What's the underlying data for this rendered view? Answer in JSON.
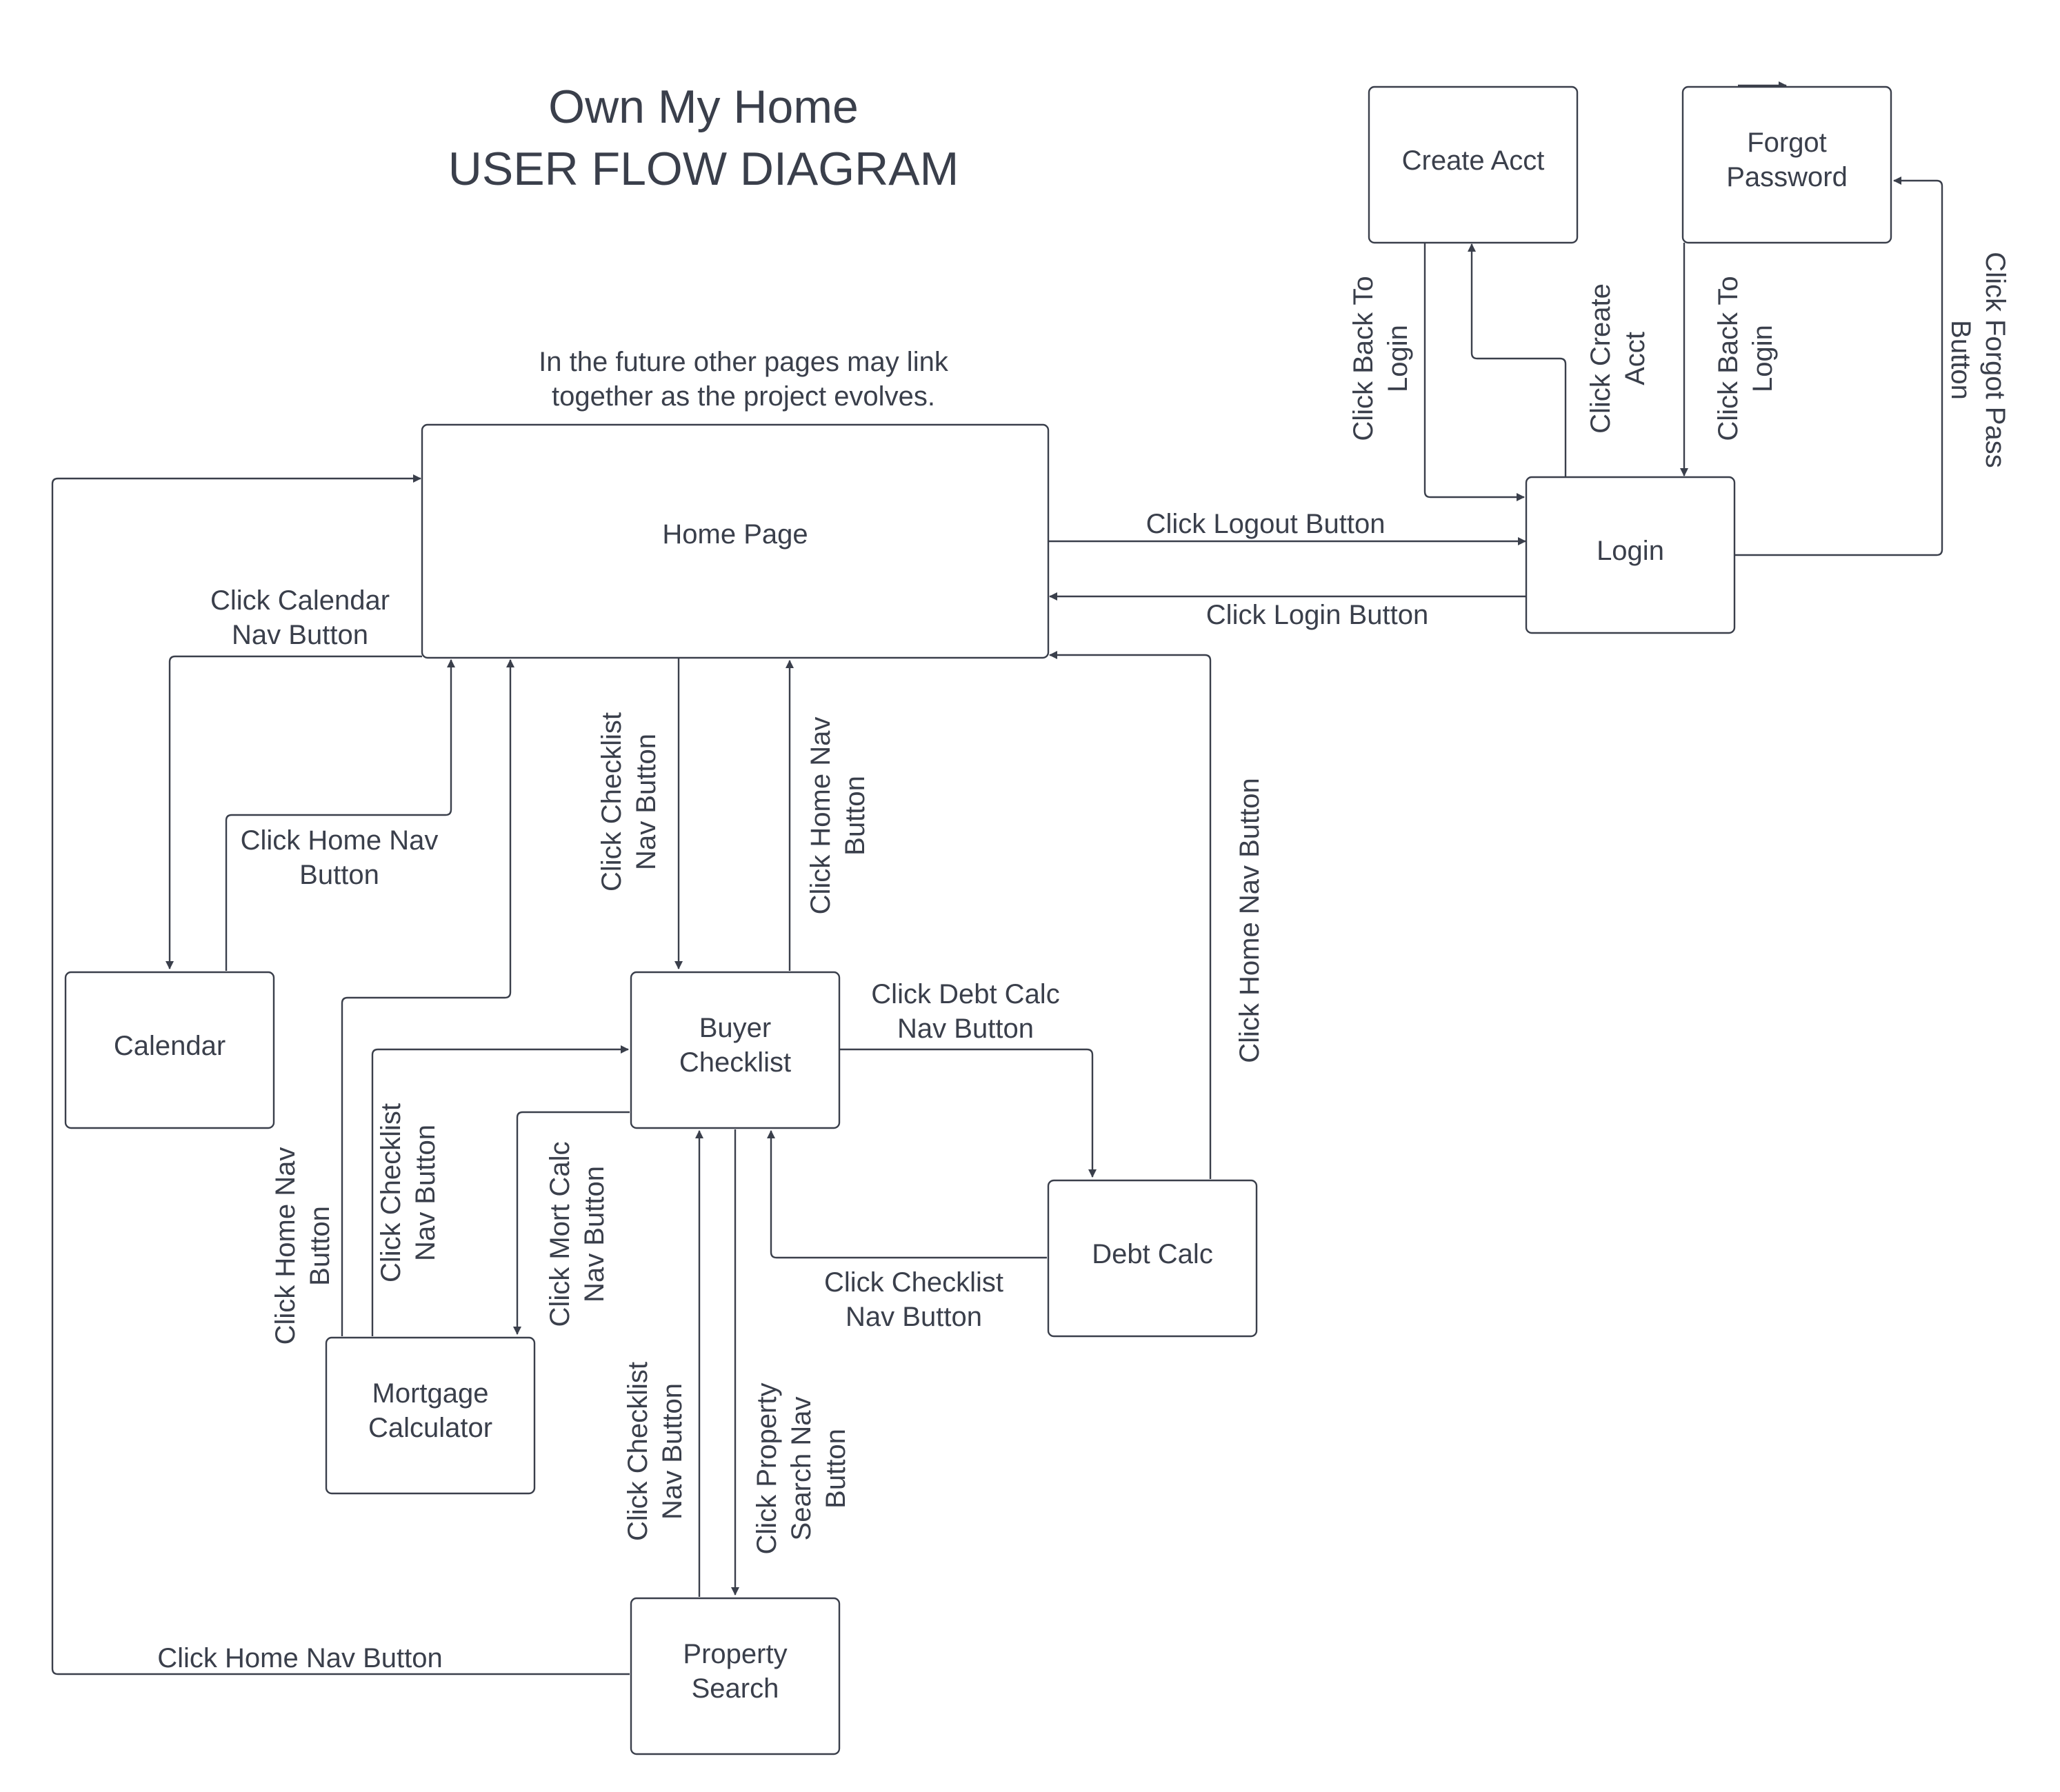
{
  "title": {
    "line1": "Own My Home",
    "line2": "USER FLOW DIAGRAM"
  },
  "note": {
    "line1": "In the future other pages may link",
    "line2": "together as the project evolves."
  },
  "nodes": {
    "home_page": [
      "Home Page"
    ],
    "login": [
      "Login"
    ],
    "create_acct": [
      "Create Acct"
    ],
    "forgot_password": [
      "Forgot",
      "Password"
    ],
    "calendar": [
      "Calendar"
    ],
    "buyer_checklist": [
      "Buyer",
      "Checklist"
    ],
    "debt_calc": [
      "Debt Calc"
    ],
    "mortgage_calculator": [
      "Mortgage",
      "Calculator"
    ],
    "property_search": [
      "Property",
      "Search"
    ]
  },
  "edge_labels": {
    "logout": [
      "Click Logout Button"
    ],
    "login": [
      "Click Login Button"
    ],
    "create_acct": [
      "Click Create",
      "Acct"
    ],
    "back_to_login_from_create": [
      "Click Back To",
      "Login"
    ],
    "back_to_login_from_forgot": [
      "Click Back To",
      "Login"
    ],
    "forgot_pass": [
      "Click Forgot Pass",
      "Button"
    ],
    "calendar_nav": [
      "Click Calendar",
      "Nav Button"
    ],
    "home_from_calendar": [
      "Click Home Nav",
      "Button"
    ],
    "checklist_from_home": [
      "Click Checklist",
      "Nav Button"
    ],
    "home_from_checklist": [
      "Click Home Nav",
      "Button"
    ],
    "home_from_debt": [
      "Click Home Nav Button"
    ],
    "debt_calc_nav": [
      "Click Debt Calc",
      "Nav Button"
    ],
    "checklist_from_debt": [
      "Click Checklist",
      "Nav Button"
    ],
    "home_from_mortgage": [
      "Click Home Nav",
      "Button"
    ],
    "checklist_from_mortgage": [
      "Click Checklist",
      "Nav Button"
    ],
    "mort_calc_nav": [
      "Click Mort Calc",
      "Nav Button"
    ],
    "checklist_from_property": [
      "Click Checklist",
      "Nav Button"
    ],
    "property_search_nav": [
      "Click Property",
      "Search Nav",
      "Button"
    ],
    "home_from_property": [
      "Click Home Nav Button"
    ]
  }
}
